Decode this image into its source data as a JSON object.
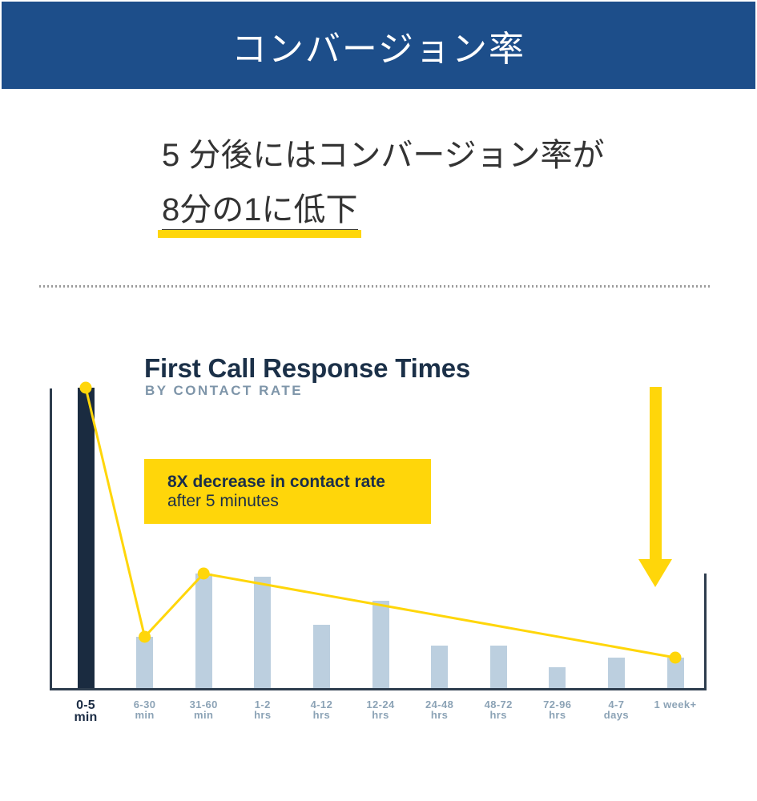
{
  "banner": {
    "title": "コンバージョン率"
  },
  "headline": {
    "line1": "5 分後にはコンバージョン率が",
    "line2_highlighted": "8分の1に低下"
  },
  "chart": {
    "title": "First Call Response Times",
    "subtitle": "BY CONTACT RATE",
    "annotation_line1": "8X decrease in contact rate",
    "annotation_line2": "after 5 minutes"
  },
  "chart_data": {
    "type": "bar",
    "title": "First Call Response Times",
    "subtitle": "BY CONTACT RATE",
    "categories": [
      "0-5 min",
      "6-30 min",
      "31-60 min",
      "1-2 hrs",
      "4-12 hrs",
      "12-24 hrs",
      "24-48 hrs",
      "48-72 hrs",
      "72-96 hrs",
      "4-7 days",
      "1 week+"
    ],
    "category_lines": [
      [
        "0-5",
        "min"
      ],
      [
        "6-30",
        "min"
      ],
      [
        "31-60",
        "min"
      ],
      [
        "1-2",
        "hrs"
      ],
      [
        "4-12",
        "hrs"
      ],
      [
        "12-24",
        "hrs"
      ],
      [
        "24-48",
        "hrs"
      ],
      [
        "48-72",
        "hrs"
      ],
      [
        "72-96",
        "hrs"
      ],
      [
        "4-7",
        "days"
      ],
      [
        "1 week+"
      ]
    ],
    "values": [
      100,
      17,
      38,
      37,
      21,
      29,
      14,
      14,
      7,
      10,
      10
    ],
    "value_unit": "contact rate relative to 0-5 min bar (%, estimated from bar heights)",
    "highlighted_category_index": 0,
    "line_overlay_indices": [
      0,
      1,
      2,
      10
    ],
    "annotation": "8X decrease in contact rate after 5 minutes",
    "yaxis_ticks": "none visible",
    "grid": "off",
    "legend": "none"
  },
  "colors": {
    "banner_bg": "#1d4e8a",
    "accent": "#ffd60a",
    "bar": "#bccfdf",
    "bar_dark": "#1a2b40",
    "axis": "#2e3d4e",
    "title": "#1b3048",
    "subtitle": "#7e95a9",
    "label": "#8ca3b6",
    "label_dark": "#1b2c44",
    "text": "#333333",
    "divider": "#9b9b9b"
  }
}
